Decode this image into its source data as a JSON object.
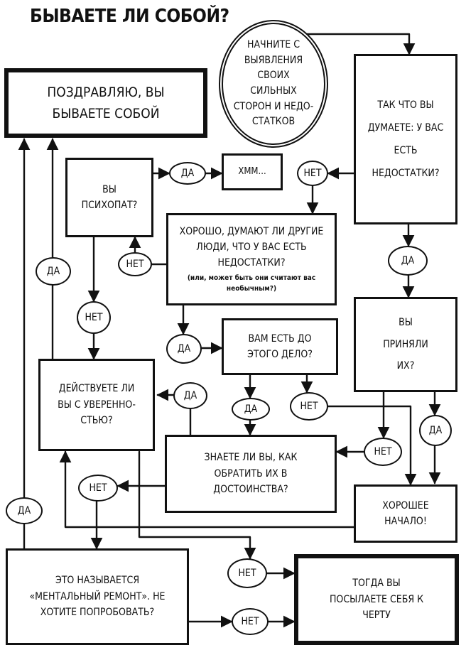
{
  "title": "БЫВАЕТЕ ЛИ СОБОЙ?",
  "nodes": {
    "start": "НАЧНИТЕ С ВЫЯВЛЕНИЯ СВОИХ СИЛЬНЫХ СТОРОН И НЕДО-СТАТКОВ",
    "congrats": "ПОЗДРАВЛЯЮ, ВЫ БЫВАЕТЕ СОБОЙ",
    "psychopath": "ВЫ ПСИХОПАТ?",
    "hmm": "ХММ...",
    "flaws_question": "ТАК ЧТО ВЫ ДУМАЕТЕ: У ВАС ЕСТЬ НЕДОСТАТКИ?",
    "others_think": "ХОРОШО, ДУМАЮТ ЛИ ДРУГИЕ ЛЮДИ, ЧТО У ВАС ЕСТЬ НЕДОСТАТКИ?",
    "others_note": "(или, может быть они считают вас необычным?)",
    "accepted": "ВЫ ПРИНЯЛИ ИХ?",
    "care": "ВАМ ЕСТЬ ДО ЭТОГО ДЕЛО?",
    "confidence": "ДЕЙСТВУЕТЕ ЛИ ВЫ С УВЕРЕННО-СТЬЮ?",
    "turn_into": "ЗНАЕТЕ ЛИ ВЫ, КАК ОБРАТИТЬ ИХ В ДОСТОИНСТВА?",
    "good_start": "ХОРОШЕЕ НАЧАЛО!",
    "mental_repair": "ЭТО НАЗЫВАЕТСЯ «МЕНТАЛЬНЫЙ РЕМОНТ». НЕ ХОТИТЕ ПОПРОБОВАТЬ?",
    "to_hell": "ТОГДА ВЫ ПОСЫЛАЕТЕ СЕБЯ К ЧЕРТУ"
  },
  "answers": {
    "yes": "ДА",
    "no": "НЕТ"
  }
}
